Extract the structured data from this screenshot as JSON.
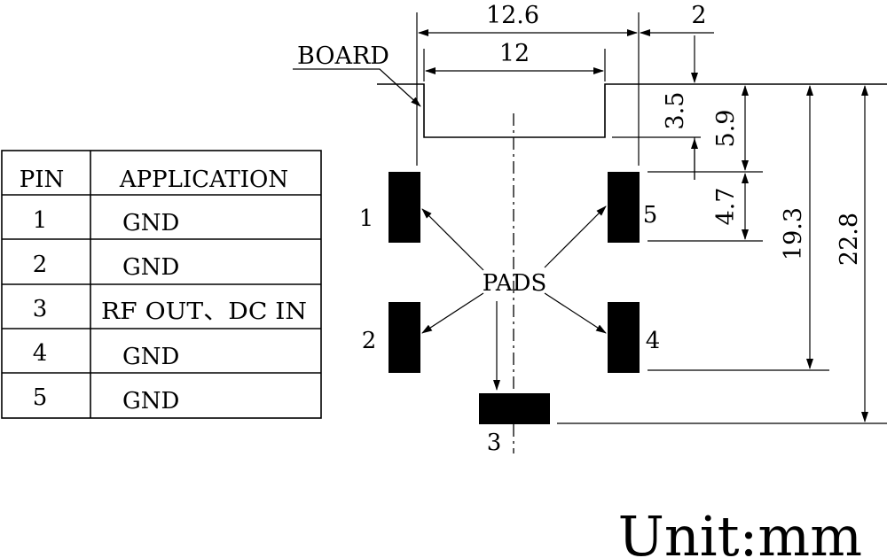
{
  "table": {
    "header_pin": "PIN",
    "header_application": "APPLICATION",
    "rows": [
      {
        "pin": "1",
        "application": "GND"
      },
      {
        "pin": "2",
        "application": "GND"
      },
      {
        "pin": "3",
        "application": "RF OUT、DC IN"
      },
      {
        "pin": "4",
        "application": "GND"
      },
      {
        "pin": "5",
        "application": "GND"
      }
    ]
  },
  "drawing": {
    "board_label": "BOARD",
    "pads_label": "PADS",
    "pin_labels": [
      "1",
      "2",
      "3",
      "4",
      "5"
    ],
    "dimensions": {
      "outer_width": "12.6",
      "inner_width": "12",
      "right_offset": "2",
      "d_3_5": "3.5",
      "d_5_9": "5.9",
      "d_4_7": "4.7",
      "d_19_3": "19.3",
      "d_22_8": "22.8"
    }
  },
  "unit_label": "Unit:mm"
}
